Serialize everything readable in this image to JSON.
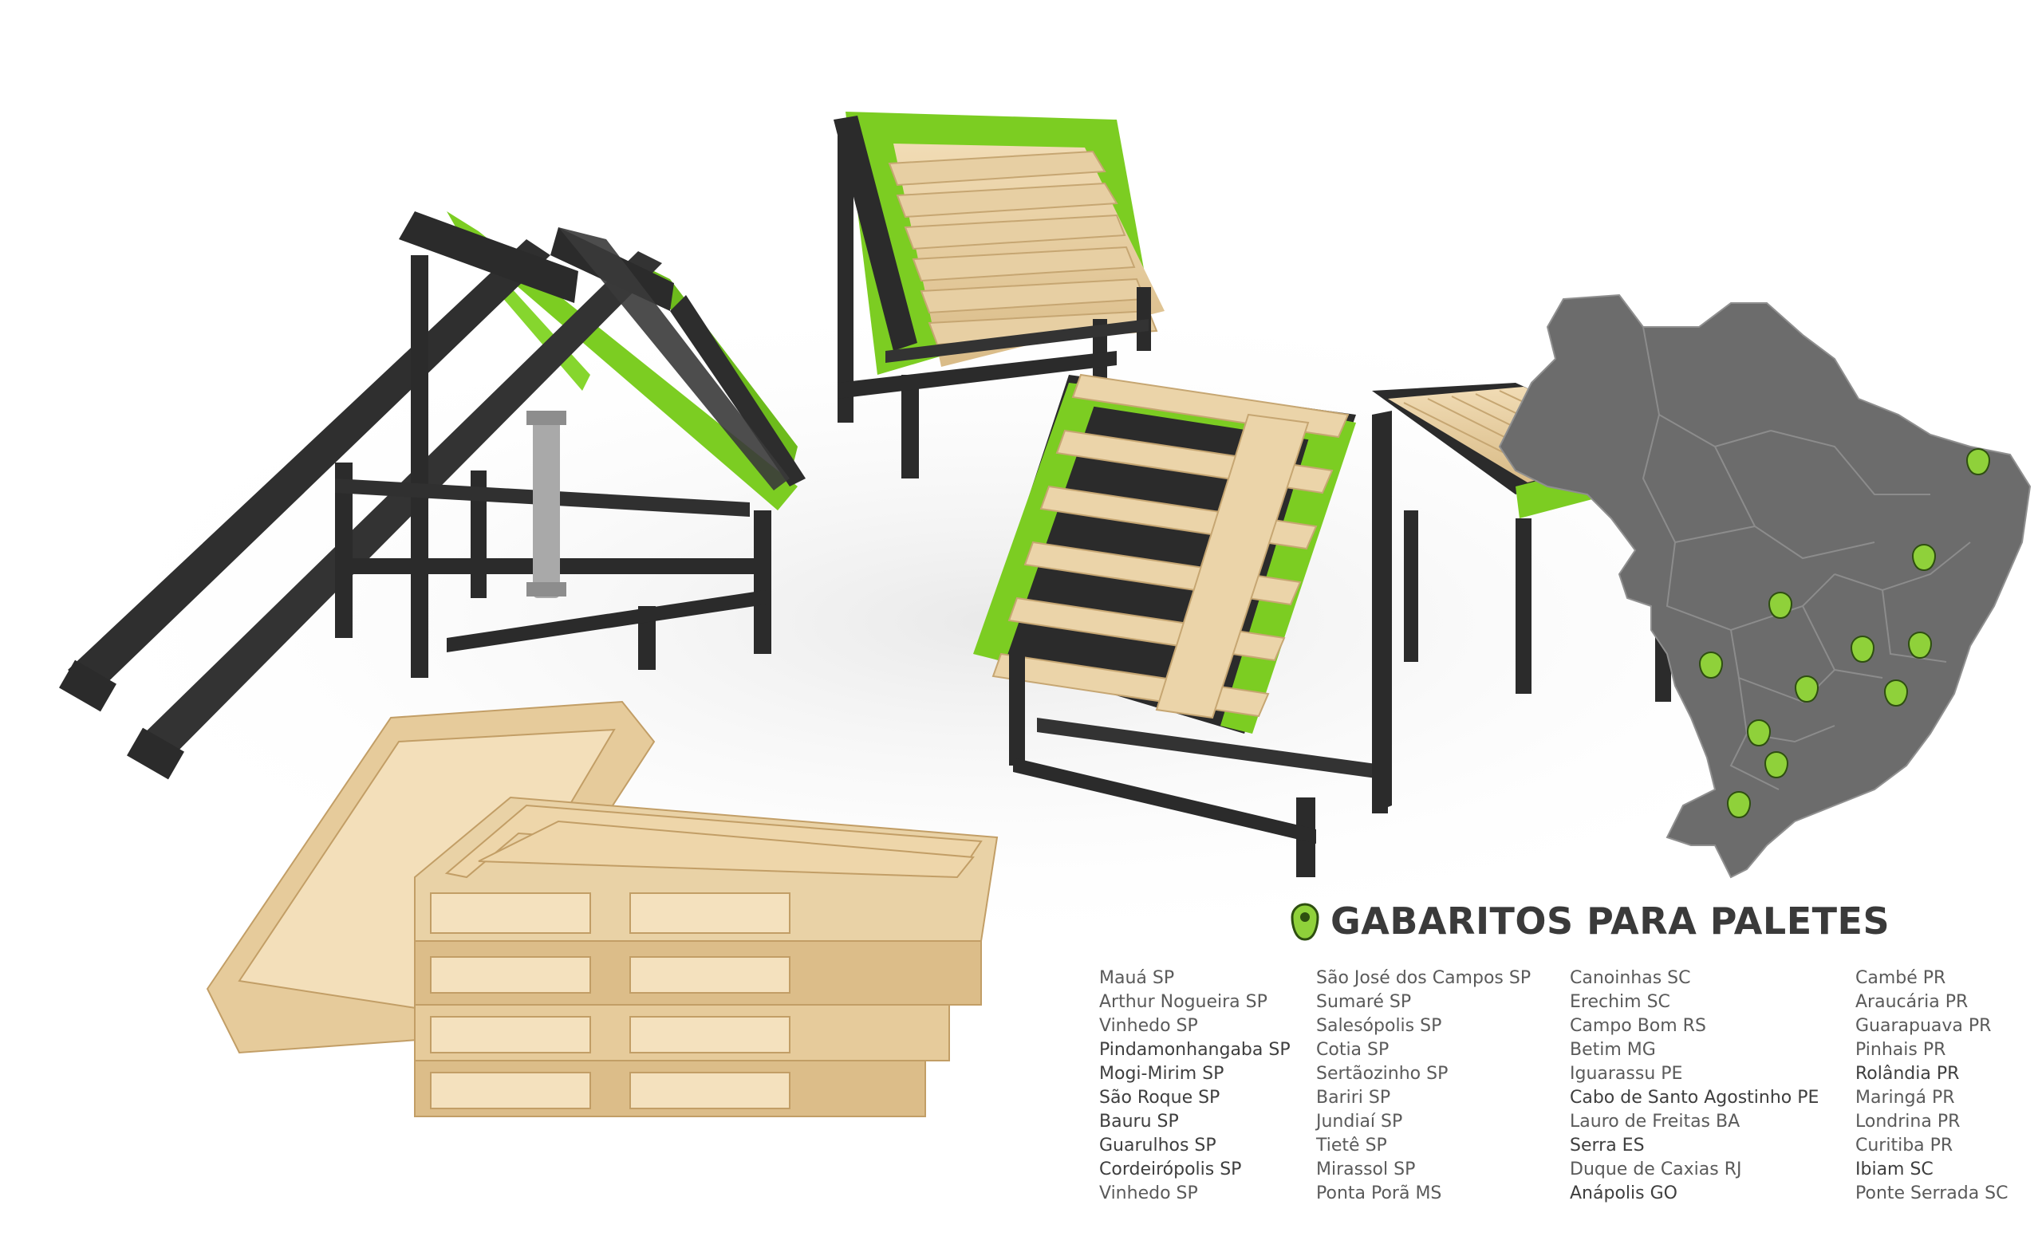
{
  "title": "GABARITOS PARA PALETES",
  "icons": {
    "title_pin": "map-pin-icon",
    "map_pins": "map-pin-icon"
  },
  "colors": {
    "brand_green": "#7ccd22",
    "frame_black": "#2b2b2b",
    "wood": "#e8cfa2",
    "map_gray": "#6c6c6c",
    "text_gray": "#5a5a5a"
  },
  "cities": [
    [
      "Mauá SP",
      "Arthur Nogueira SP",
      "Vinhedo SP",
      "Pindamonhangaba SP",
      "Mogi-Mirim SP",
      "São Roque SP",
      "Bauru SP",
      "Guarulhos SP",
      "Cordeirópolis SP",
      "Vinhedo SP"
    ],
    [
      "São José dos Campos SP",
      "Sumaré SP",
      "Salesópolis SP",
      "Cotia SP",
      "Sertãozinho SP",
      "Bariri SP",
      "Jundiaí SP",
      "Tietê SP",
      "Mirassol SP",
      "Ponta Porã MS"
    ],
    [
      "Canoinhas SC",
      "Erechim SC",
      "Campo Bom RS",
      "Betim MG",
      "Iguarassu PE",
      "Cabo de Santo Agostinho PE",
      "Lauro de Freitas BA",
      "Serra ES",
      "Duque de Caxias RJ",
      "Anápolis GO"
    ],
    [
      "Cambé PR",
      "Araucária PR",
      "Guarapuava PR",
      "Pinhais PR",
      "Rolândia PR",
      "Maringá PR",
      "Londrina PR",
      "Curitiba PR",
      "Ibiam SC",
      "Ponte Serrada SC"
    ]
  ]
}
